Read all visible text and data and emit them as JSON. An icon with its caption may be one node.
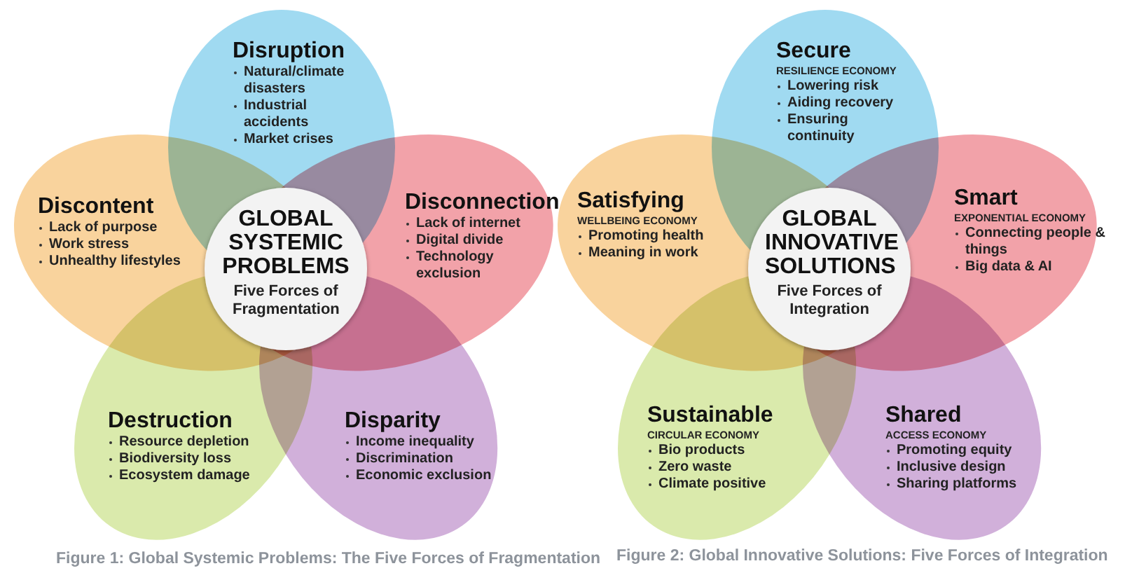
{
  "diagram": {
    "nodes": [
      {
        "text": [
          "Disruption",
          "Natural/climate disasters",
          "Industrial accidents",
          "Market crises"
        ]
      },
      {
        "text": [
          "Discontent",
          "Lack of purpose",
          "Work stress",
          "Unhealthy lifestyles"
        ]
      },
      {
        "text": [
          "Disconnection",
          "Lack of internet",
          "Digital divide",
          "Technology exclusion"
        ]
      },
      {
        "text": [
          "GLOBAL SYSTEMIC PROBLEMS",
          "Five Forces of Fragmentation"
        ]
      },
      {
        "text": [
          "Destruction",
          "Resource depletion",
          "Biodiversity loss",
          "Ecosystem damage"
        ]
      },
      {
        "text": [
          "Disparity",
          "Income inequality",
          "Discrimination",
          "Economic exclusion"
        ]
      },
      {
        "text": [
          "Secure",
          "RESILIENCE ECONOMY",
          "Lowering risk",
          "Aiding recovery",
          "Ensuring continuity"
        ]
      },
      {
        "text": [
          "Satisfying",
          "WELLBEING ECONOMY",
          "Promoting health",
          "Meaning in work"
        ]
      },
      {
        "text": [
          "Smart",
          "EXPONENTIAL ECONOMY",
          "Connecting people & things",
          "Big data & AI"
        ]
      },
      {
        "text": [
          "GLOBAL INNOVATIVE SOLUTIONS",
          "Five Forces of Integration"
        ]
      },
      {
        "text": [
          "Sustainable",
          "CIRCULAR ECONOMY",
          "Bio products",
          "Zero waste",
          "Climate positive"
        ]
      },
      {
        "text": [
          "Shared",
          "ACCESS ECONOMY",
          "Promoting equity",
          "Inclusive design",
          "Sharing platforms"
        ]
      }
    ],
    "labels": [
      "Figure 1: Global Systemic Problems: The Five Forces of Fragmentation",
      "Figure 2: Global Innovative Solutions: Five Forces of Integration"
    ]
  }
}
